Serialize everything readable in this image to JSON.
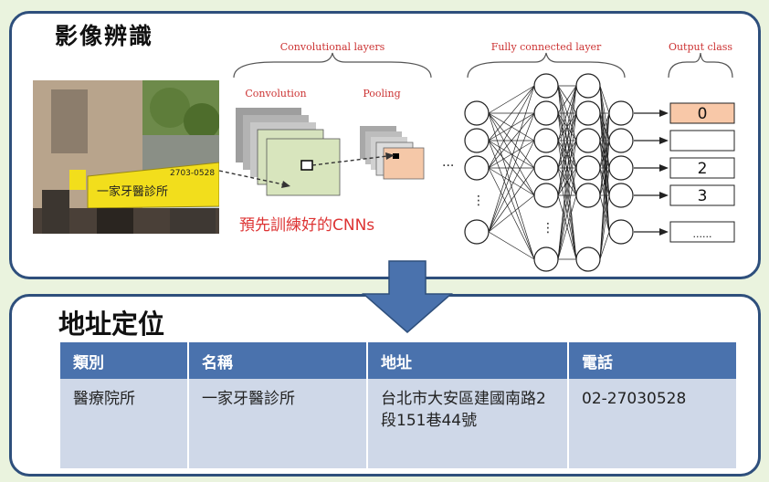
{
  "top_panel": {
    "title": "影像辨識",
    "convolutional_layers_label": "Convolutional layers",
    "convolution_label": "Convolution",
    "pooling_label": "Pooling",
    "ellipsis": "···",
    "fully_connected_label": "Fully connected layer",
    "output_class_label": "Output class",
    "pretrained_label": "預先訓練好的CNNs",
    "output_classes": [
      "0",
      "",
      "2",
      "3",
      "......"
    ],
    "photo_sign_text": "一家牙醫診所",
    "photo_phone": "2703-0528"
  },
  "bottom_panel": {
    "title": "地址定位",
    "table": {
      "headers": [
        "類別",
        "名稱",
        "地址",
        "電話"
      ],
      "rows": [
        [
          "醫療院所",
          "一家牙醫診所",
          "台北市大安區建國南路2段151巷44號",
          "02-27030528"
        ]
      ]
    }
  },
  "colors": {
    "panel_border": "#2e4f7c",
    "background": "#eaf3de",
    "table_header": "#4a72ad",
    "table_cell": "#cfd8e8",
    "arrow": "#4a72ad",
    "highlight": "#f8c8a8",
    "pretrained_text": "#dd3333"
  }
}
